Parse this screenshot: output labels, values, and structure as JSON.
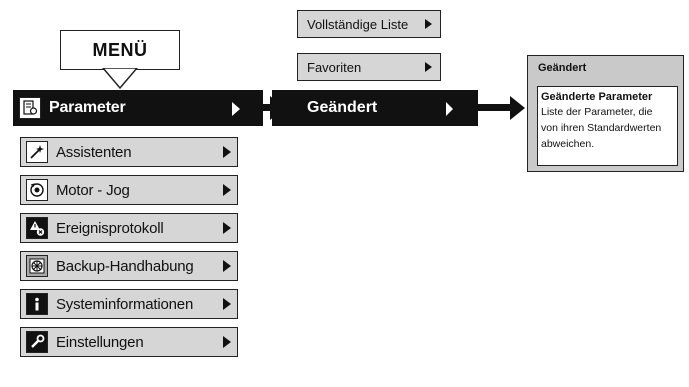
{
  "menu": {
    "title": "MENÜ",
    "items": [
      {
        "label": "Parameter",
        "icon": "parameter-icon",
        "active": true
      },
      {
        "label": "Assistenten",
        "icon": "wizard-wand-icon"
      },
      {
        "label": "Motor - Jog",
        "icon": "motor-jog-icon"
      },
      {
        "label": "Ereignisprotokoll",
        "icon": "event-log-warning-icon"
      },
      {
        "label": "Backup-Handhabung",
        "icon": "backup-fan-icon"
      },
      {
        "label": "Systeminformationen",
        "icon": "info-icon"
      },
      {
        "label": "Einstellungen",
        "icon": "wrench-icon"
      }
    ]
  },
  "submenu": {
    "items": [
      {
        "label": "Vollständige Liste"
      },
      {
        "label": "Favoriten"
      },
      {
        "label": "Geändert",
        "active": true
      }
    ]
  },
  "info": {
    "header": "Geändert",
    "title": "Geänderte Parameter",
    "lines": [
      "Liste der Parameter, die",
      "von ihren Standardwerten",
      "abweichen."
    ]
  },
  "colors": {
    "active_bg": "#111111",
    "item_bg": "#d6d6d6",
    "panel_bg": "#c9c9c9"
  }
}
